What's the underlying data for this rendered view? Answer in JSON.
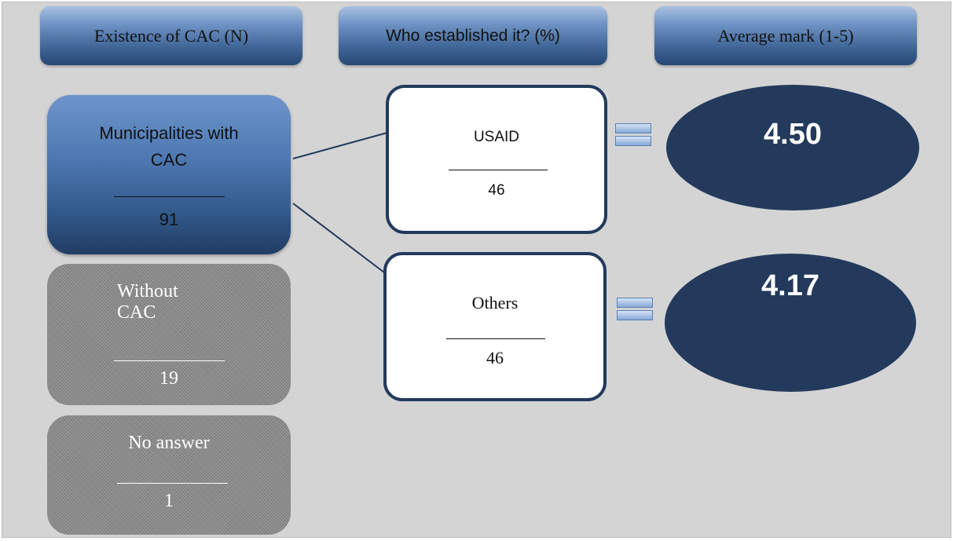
{
  "headers": {
    "existence": "Existence of CAC (N)",
    "who": "Who established it? (%)",
    "average": "Average mark (1-5)"
  },
  "categories": {
    "with_cac": {
      "label_line1": "Municipalities with",
      "label_line2": "CAC",
      "value": "91"
    },
    "without_cac": {
      "label_line1": "Without",
      "label_line2": "CAC",
      "value": "19"
    },
    "no_answer": {
      "label": "No answer",
      "value": "1"
    }
  },
  "established_by": {
    "usaid": {
      "label": "USAID",
      "value": "46"
    },
    "others": {
      "label": "Others",
      "value": "46"
    }
  },
  "average_marks": {
    "usaid": "4.50",
    "others": "4.17"
  },
  "colors": {
    "background": "#d4d4d4",
    "dark_navy": "#233a5c",
    "header_blue": "#4e78b2",
    "grey_box": "#8a8a8a"
  },
  "icons": [
    "equals-icon",
    "equals-icon"
  ]
}
